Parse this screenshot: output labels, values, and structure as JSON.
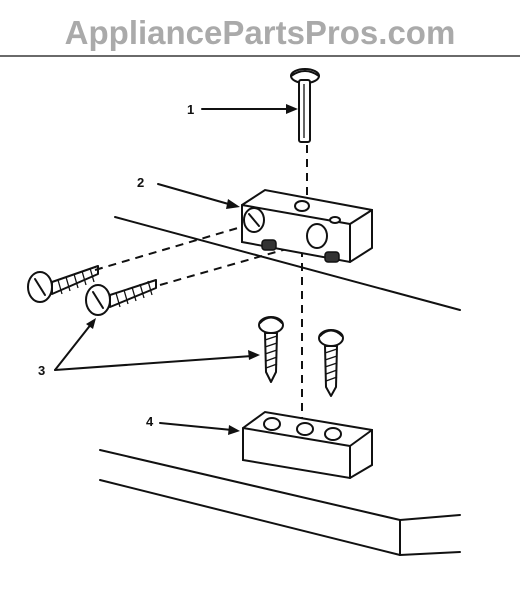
{
  "watermark": "AppliancePartsPros.com",
  "callouts": [
    {
      "label": "1"
    },
    {
      "label": "2"
    },
    {
      "label": "3"
    },
    {
      "label": "4"
    }
  ]
}
